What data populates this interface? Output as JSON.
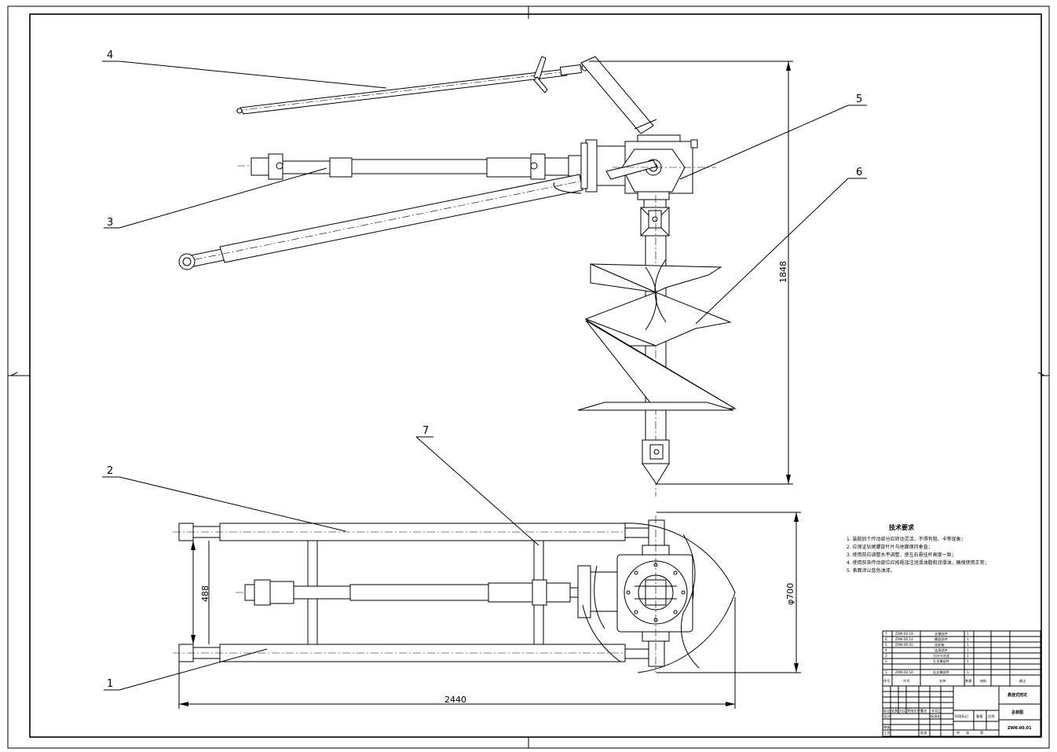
{
  "balloons": [
    "1",
    "2",
    "3",
    "4",
    "5",
    "6",
    "7"
  ],
  "dimensions": {
    "height": "1848",
    "width": "2440",
    "frame_width": "488",
    "auger_diameter": "φ700"
  },
  "notes": {
    "title": "技术要求",
    "items": [
      "1. 装配后个传动部分应转动灵活，不得有阻、卡等现象；",
      "2. 应保证钻尾螺旋叶片与地面保持垂直；",
      "3. 使用前应调整水平调整，使左右悬挂杆高度一致；",
      "4. 使用前各传动部位应按规加注润滑油脂和润滑油，确保使用正常；",
      "5. 表面涂以蓝色油漆。"
    ]
  },
  "parts_table": {
    "rows": [
      {
        "no": "7",
        "code": "ZWK-00.19",
        "name": "支撑部件",
        "qty": "1"
      },
      {
        "no": "6",
        "code": "ZWK-00.14",
        "name": "螺旋部件",
        "qty": "1"
      },
      {
        "no": "5",
        "code": "ZWK-00.02",
        "name": "齿轮箱",
        "qty": "1"
      },
      {
        "no": "4",
        "code": "",
        "name": "连接部件",
        "qty": "1"
      },
      {
        "no": "3",
        "code": "",
        "name": "万向节总成",
        "qty": "1"
      },
      {
        "no": "2",
        "code": "",
        "name": "左支撑部件",
        "qty": "1"
      },
      {
        "no": "1",
        "code": "ZWK-00.18",
        "name": "右支撑部件",
        "qty": "1"
      }
    ],
    "header": {
      "no": "序号",
      "code": "代号",
      "name": "名称",
      "qty": "数量",
      "material": "材料",
      "remark": "备注"
    }
  },
  "title_block": {
    "product": "悬挂式挖坑",
    "drawing_name": "总装图",
    "drawing_no": "ZWK-00.01",
    "cells": [
      "标记",
      "处数",
      "分区",
      "更改文件号",
      "签名",
      "年月日",
      "设计",
      "标准化",
      "审核",
      "工艺",
      "批准",
      "阶段标记",
      "重量",
      "比例",
      "共",
      "张",
      "第"
    ]
  }
}
